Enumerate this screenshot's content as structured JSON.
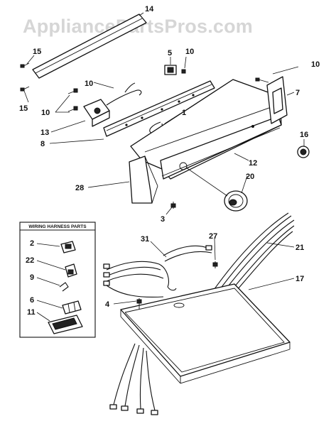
{
  "watermark": "AppliancePartsPros.com",
  "inset_title": "WIRING HARNESS PARTS",
  "callouts": {
    "c14": "14",
    "c15a": "15",
    "c15b": "15",
    "c5": "5",
    "c10a": "10",
    "c10b": "10",
    "c10c": "10",
    "c10d": "10",
    "c7": "7",
    "c13": "13",
    "c8": "8",
    "c1": "1",
    "c16": "16",
    "c12": "12",
    "c20": "20",
    "c28": "28",
    "c3": "3",
    "c31": "31",
    "c27": "27",
    "c21": "21",
    "c17": "17",
    "c4": "4",
    "i2": "2",
    "i22": "22",
    "i9": "9",
    "i6": "6",
    "i11": "11"
  }
}
